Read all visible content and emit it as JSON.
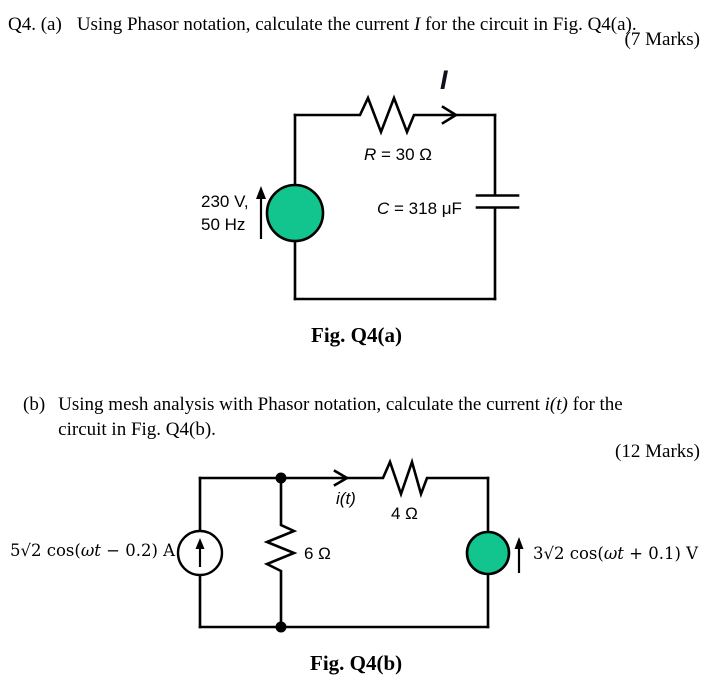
{
  "question": {
    "part_a": {
      "number": "Q4. (a)",
      "text_before": "Using Phasor notation, calculate the current ",
      "symbol": "I",
      "text_after": " for the circuit in Fig. Q4(a).",
      "marks": "(7 Marks)"
    },
    "part_b": {
      "number": "(b)",
      "line1_before": "Using mesh analysis with Phasor notation, calculate the current ",
      "symbol": "i(t)",
      "line1_after": " for the",
      "line2": "circuit in Fig. Q4(b).",
      "marks": "(12 Marks)"
    }
  },
  "figure_a": {
    "caption": "Fig. Q4(a)",
    "current_label": "I",
    "source_label_line1": "230 V,",
    "source_label_line2": "50 Hz",
    "resistor_symbol": "R",
    "resistor_value": " = 30 Ω",
    "capacitor_symbol": "C",
    "capacitor_value": " = 318 μF"
  },
  "figure_b": {
    "caption": "Fig. Q4(b)",
    "current_label": "i(t)",
    "current_source_pre": "5√2 cos(",
    "current_source_var": "ωt",
    "current_source_post": " − 0.2) A",
    "voltage_source_pre": "3√2 cos(",
    "voltage_source_var": "ωt",
    "voltage_source_post": " + 0.1) V",
    "resistor_series": "4 Ω",
    "resistor_shunt": "6 Ω"
  },
  "colors": {
    "source_fill": "#12C48E",
    "wire": "#000000"
  }
}
